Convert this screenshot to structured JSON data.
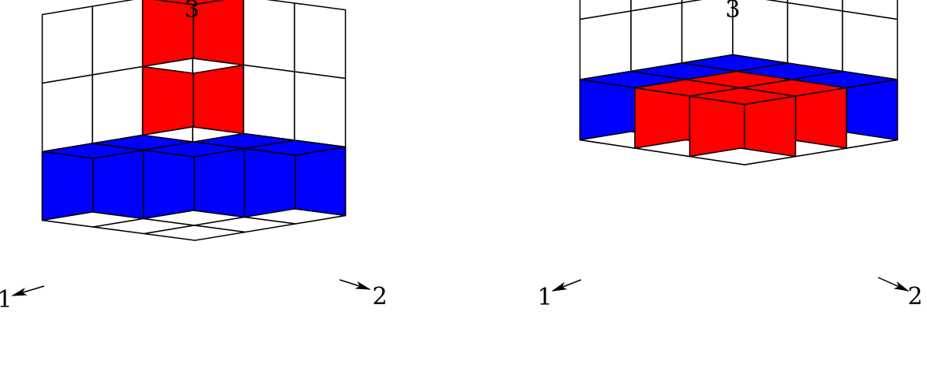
{
  "colors": {
    "red": "#ff0000",
    "blue": "#0000ff",
    "white": "#ffffff",
    "edge": "#000000"
  },
  "figures": [
    {
      "name": "left-figure",
      "axis_labels": {
        "axis1": "1",
        "axis2": "2",
        "axis3": "3"
      },
      "blocks": [
        {
          "color": "blue",
          "cells": [
            [
              1,
              0,
              0
            ],
            [
              1,
              1,
              0
            ],
            [
              0,
              1,
              0
            ],
            [
              2,
              0,
              0
            ],
            [
              0,
              2,
              0
            ],
            [
              0,
              0,
              0
            ]
          ]
        },
        {
          "color": "red",
          "cells": [
            [
              0,
              0,
              1
            ],
            [
              0,
              0,
              2
            ]
          ]
        }
      ]
    },
    {
      "name": "right-figure",
      "axis_labels": {
        "axis1": "1",
        "axis2": "2",
        "axis3": "3"
      },
      "blocks": [
        {
          "color": "blue",
          "cells": [
            [
              0,
              0,
              0
            ],
            [
              0,
              1,
              0
            ],
            [
              0,
              2,
              0
            ],
            [
              1,
              0,
              0
            ],
            [
              2,
              0,
              0
            ]
          ]
        },
        {
          "color": "red",
          "cells": [
            [
              1,
              1,
              0
            ],
            [
              1,
              2,
              0
            ],
            [
              2,
              1,
              0
            ],
            [
              2,
              2,
              0
            ]
          ]
        }
      ]
    }
  ]
}
